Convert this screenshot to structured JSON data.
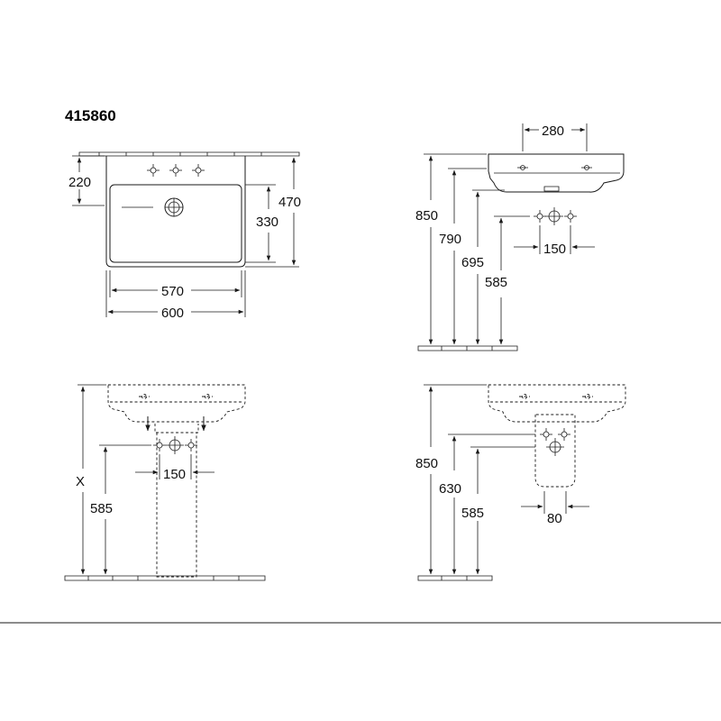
{
  "model_number": "415860",
  "top_view": {
    "dim_top_to_tap": "220",
    "dim_bowl_depth": "330",
    "dim_total_depth": "470",
    "dim_inner_width": "570",
    "dim_total_width": "600"
  },
  "side_view": {
    "dim_tap_spacing": "280",
    "dim_height_top": "850",
    "dim_height_rim": "790",
    "dim_height_waste": "695",
    "dim_height_supply": "585",
    "dim_supply_spacing": "150"
  },
  "pedestal_view": {
    "dim_variable_height": "X",
    "dim_supply_height": "585",
    "dim_supply_spacing": "150"
  },
  "semi_pedestal_view": {
    "dim_height_top": "850",
    "dim_height_waste": "630",
    "dim_height_supply": "585",
    "dim_spacing": "80"
  }
}
